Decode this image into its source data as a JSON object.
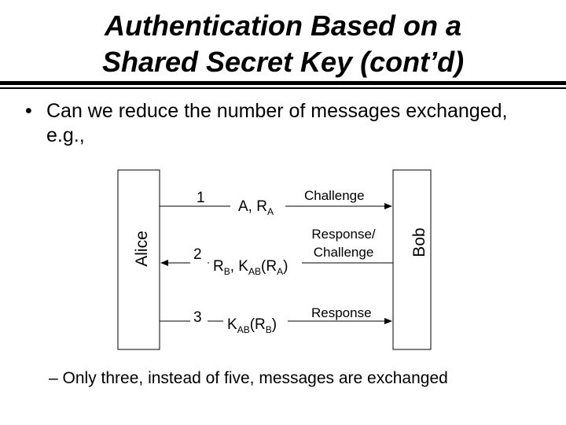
{
  "slide": {
    "title_line1": "Authentication Based on a",
    "title_line2": "Shared Secret Key (cont’d)",
    "bullet_marker": "•",
    "bullet_text": "Can we reduce the number of messages exchanged, e.g.,",
    "sub_bullet_marker": "–",
    "sub_bullet_text": "Only three, instead of five, messages are exchanged"
  },
  "diagram": {
    "left_party": "Alice",
    "right_party": "Bob",
    "messages": [
      {
        "number": "1",
        "direction": "to-right",
        "content_main": "A, R",
        "content_sub": "A",
        "label": "Challenge"
      },
      {
        "number": "2",
        "direction": "to-left",
        "content_parts": [
          "R",
          "B",
          ", K",
          "AB",
          "(R",
          "A",
          ")"
        ],
        "label_line1": "Response/",
        "label_line2": "Challenge"
      },
      {
        "number": "3",
        "direction": "to-right",
        "content_parts": [
          "K",
          "AB",
          "(R",
          "B",
          ")"
        ],
        "label": "Response"
      }
    ]
  }
}
